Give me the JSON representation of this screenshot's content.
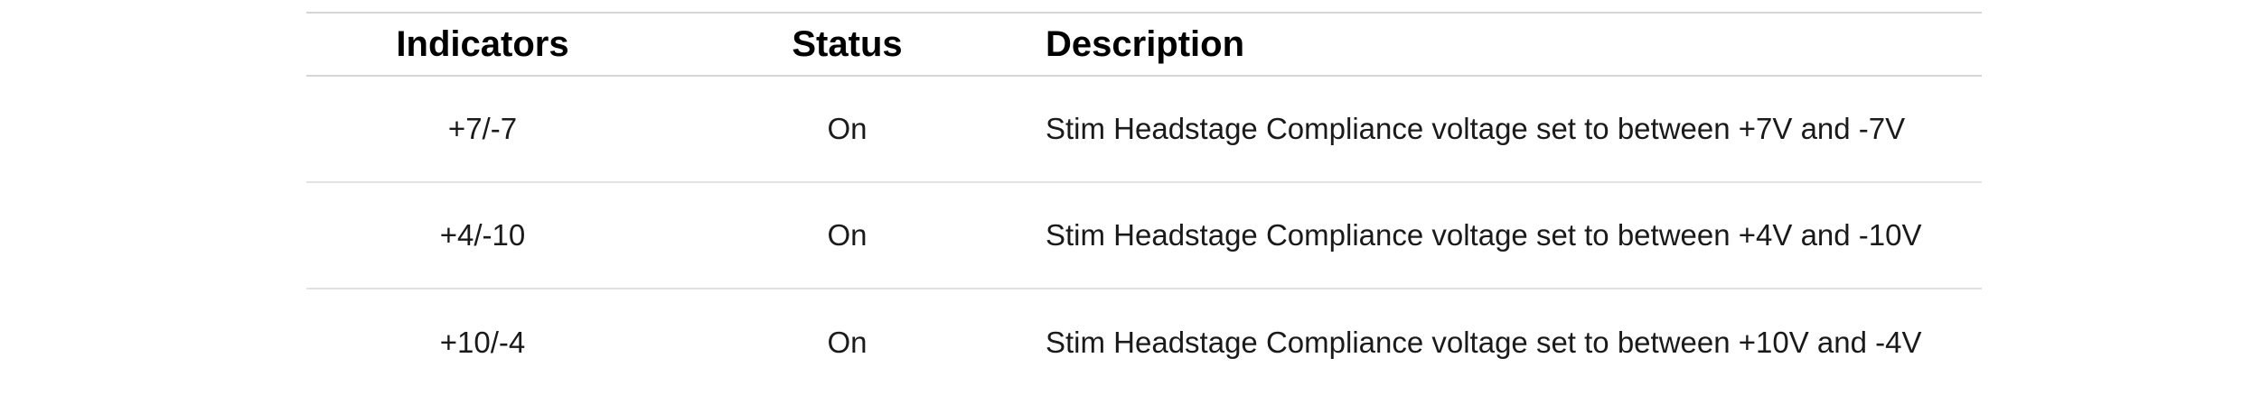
{
  "table": {
    "headers": [
      "Indicators",
      "Status",
      "Description"
    ],
    "rows": [
      [
        "+7/-7",
        "On",
        "Stim Headstage Compliance voltage set to between +7V and -7V"
      ],
      [
        "+4/-10",
        "On",
        "Stim Headstage Compliance voltage set to between +4V and -10V"
      ],
      [
        "+10/-4",
        "On",
        "Stim Headstage Compliance voltage set to between +10V and -4V"
      ]
    ]
  },
  "colors": {
    "text": "#111111",
    "rule": "#d6d6d6",
    "background": "#ffffff"
  }
}
